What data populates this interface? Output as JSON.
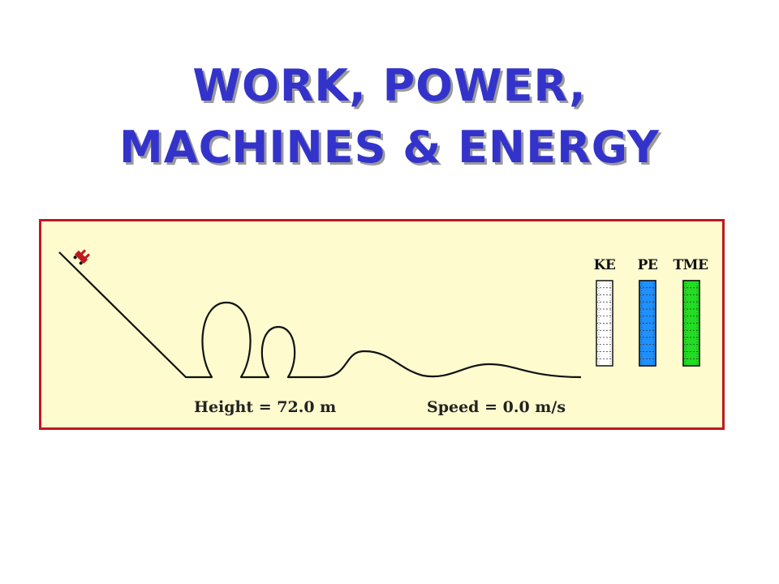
{
  "title": {
    "line1": "WORK, POWER,",
    "line2": "MACHINES & ENERGY"
  },
  "simulation": {
    "height_label": "Height",
    "height_value": "72.0",
    "height_unit": "m",
    "speed_label": "Speed",
    "speed_value": "0.0",
    "speed_unit": "m/s",
    "height_readout": "Height = 72.0 m",
    "speed_readout": "Speed =  0.0  m/s",
    "bars": [
      {
        "label": "KE",
        "fill_fraction": 0.0,
        "color": "#ffffff"
      },
      {
        "label": "PE",
        "fill_fraction": 1.0,
        "color": "#1e90ff"
      },
      {
        "label": "TME",
        "fill_fraction": 1.0,
        "color": "#22dd22"
      }
    ]
  },
  "colors": {
    "title": "#3333cc",
    "panel_border": "#c0181e",
    "panel_background": "#fefbce",
    "cart": "#c0181e"
  }
}
